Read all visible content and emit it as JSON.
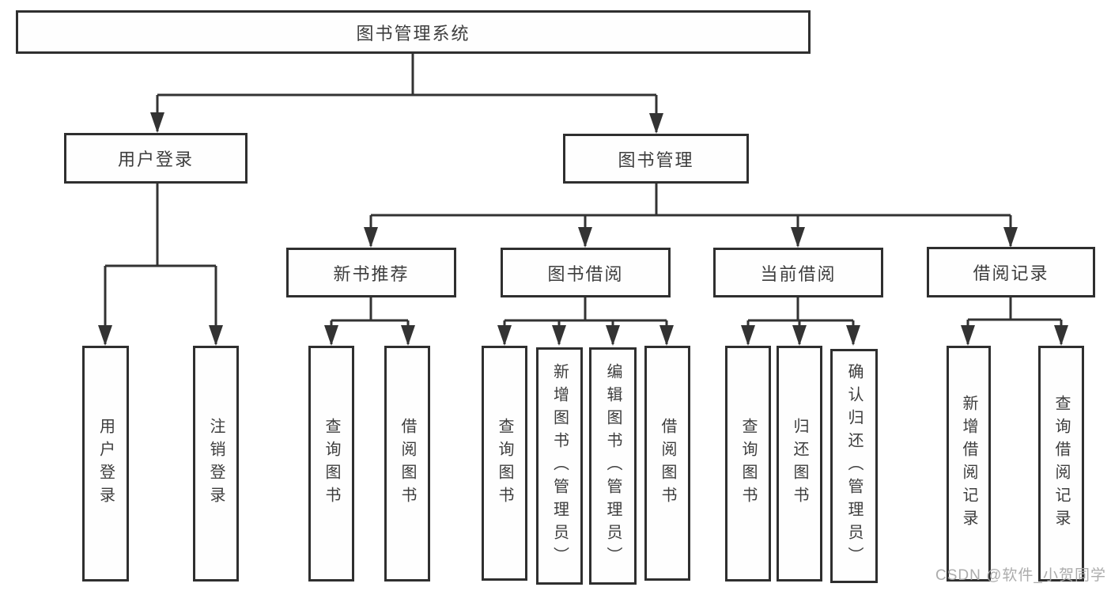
{
  "tree": {
    "root": {
      "label": "图书管理系统"
    },
    "branches": [
      {
        "label": "用户登录",
        "children": [
          {
            "label": "用户登录"
          },
          {
            "label": "注销登录"
          }
        ]
      },
      {
        "label": "图书管理",
        "sections": [
          {
            "label": "新书推荐",
            "children": [
              {
                "label": "查询图书"
              },
              {
                "label": "借阅图书"
              }
            ]
          },
          {
            "label": "图书借阅",
            "children": [
              {
                "label": "查询图书"
              },
              {
                "label": "新增图书（管理员）"
              },
              {
                "label": "编辑图书（管理员）"
              },
              {
                "label": "借阅图书"
              }
            ]
          },
          {
            "label": "当前借阅",
            "children": [
              {
                "label": "查询图书"
              },
              {
                "label": "归还图书"
              },
              {
                "label": "确认归还（管理员）"
              }
            ]
          },
          {
            "label": "借阅记录",
            "children": [
              {
                "label": "新增借阅记录"
              },
              {
                "label": "查询借阅记录"
              }
            ]
          }
        ]
      }
    ]
  },
  "watermark": {
    "text": "CSDN @软件_小贺同学"
  },
  "colors": {
    "line": "#333333",
    "box_border": "#2f2f2f",
    "text": "#3d3d3d",
    "watermark": "#a8a8a8",
    "background": "#ffffff"
  }
}
